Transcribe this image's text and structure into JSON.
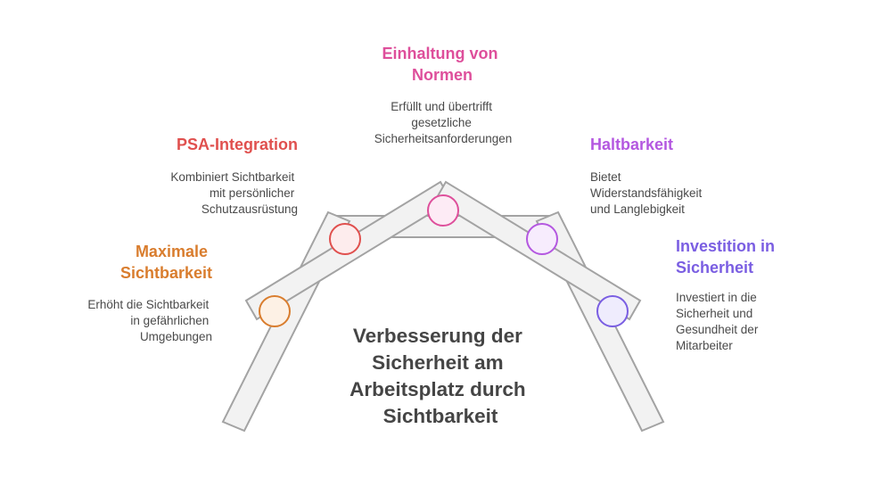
{
  "center_title": [
    "Verbesserung der",
    "Sicherheit am",
    "Arbeitsplatz durch",
    "Sichtbarkeit"
  ],
  "items": [
    {
      "id": "maximale-sichtbarkeit",
      "title": [
        "Maximale",
        "Sichtbarkeit"
      ],
      "description": [
        "Erhöht die Sichtbarkeit",
        "in gefährlichen",
        "Umgebungen"
      ],
      "color": "#d97d2e",
      "fill": "#fdf1e5"
    },
    {
      "id": "psa-integration",
      "title": [
        "PSA-Integration"
      ],
      "description": [
        "Kombiniert Sichtbarkeit",
        "mit persönlicher",
        "Schutzausrüstung"
      ],
      "color": "#e0504e",
      "fill": "#fdeced"
    },
    {
      "id": "einhaltung-von-normen",
      "title": [
        "Einhaltung von",
        "Normen"
      ],
      "description": [
        "Erfüllt und übertrifft",
        "gesetzliche",
        "Sicherheitsanforderungen"
      ],
      "color": "#de4f9b",
      "fill": "#fdebf5"
    },
    {
      "id": "haltbarkeit",
      "title": [
        "Haltbarkeit"
      ],
      "description": [
        "Bietet",
        "Widerstandsfähigkeit",
        "und Langlebigkeit"
      ],
      "color": "#b458e0",
      "fill": "#f7ecfd"
    },
    {
      "id": "investition-in-sicherheit",
      "title": [
        "Investition in",
        "Sicherheit"
      ],
      "description": [
        "Investiert in die",
        "Sicherheit und",
        "Gesundheit der",
        "Mitarbeiter"
      ],
      "color": "#7a5ee2",
      "fill": "#efecfd"
    }
  ]
}
